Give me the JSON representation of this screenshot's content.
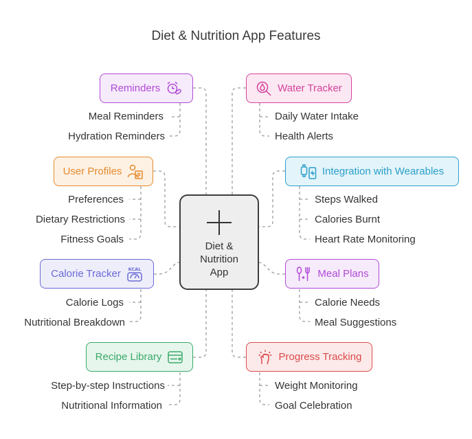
{
  "title": "Diet & Nutrition App Features",
  "center": {
    "line1": "Diet &",
    "line2": "Nutrition",
    "line3": "App"
  },
  "features": {
    "reminders": {
      "label": "Reminders",
      "icon": "alarm-pill-icon",
      "color": "#b14ad6",
      "bg": "#f6ebfb",
      "subs": [
        "Meal Reminders",
        "Hydration Reminders"
      ]
    },
    "user_profiles": {
      "label": "User Profiles",
      "icon": "user-profile-icon",
      "color": "#e58a2b",
      "bg": "#fdf1e4",
      "subs": [
        "Preferences",
        "Dietary Restrictions",
        "Fitness Goals"
      ]
    },
    "calorie_tracker": {
      "label": "Calorie Tracker",
      "icon": "kcal-scale-icon",
      "color": "#6a6ad6",
      "bg": "#eeeefb",
      "subs": [
        "Calorie Logs",
        "Nutritional Breakdown"
      ]
    },
    "recipe_library": {
      "label": "Recipe Library",
      "icon": "cooktop-icon",
      "color": "#3aa86a",
      "bg": "#e6f6ec",
      "subs": [
        "Step-by-step Instructions",
        "Nutritional Information"
      ]
    },
    "water_tracker": {
      "label": "Water Tracker",
      "icon": "water-search-icon",
      "color": "#d6419a",
      "bg": "#fbe8f3",
      "subs": [
        "Daily Water Intake",
        "Health Alerts"
      ]
    },
    "wearables": {
      "label": "Integration with Wearables",
      "icon": "wearable-device-icon",
      "color": "#2a9fc9",
      "bg": "#e3f4fa",
      "subs": [
        "Steps Walked",
        "Calories Burnt",
        "Heart Rate Monitoring"
      ]
    },
    "meal_plans": {
      "label": "Meal Plans",
      "icon": "fork-spoon-icon",
      "color": "#b14ad6",
      "bg": "#f6ebfb",
      "subs": [
        "Calorie Needs",
        "Meal Suggestions"
      ]
    },
    "progress": {
      "label": "Progress Tracking",
      "icon": "progress-hand-icon",
      "color": "#dc4a4a",
      "bg": "#fceaea",
      "subs": [
        "Weight Monitoring",
        "Goal Celebration"
      ]
    }
  },
  "colors": {
    "wire": "#9a9a9a",
    "center_border": "#3d3d3d",
    "center_bg": "#eeeeee"
  }
}
